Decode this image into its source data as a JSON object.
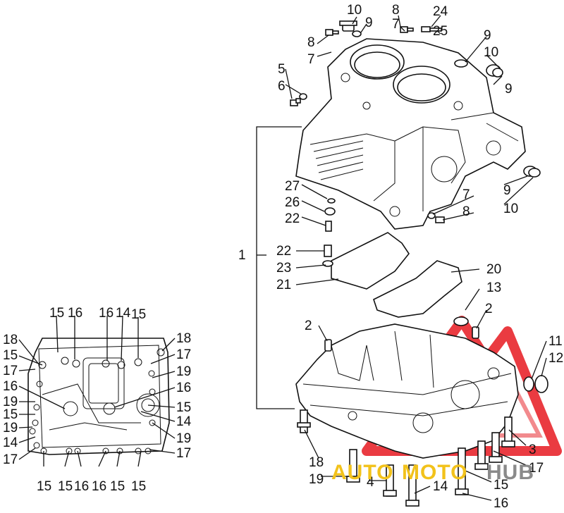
{
  "watermark": {
    "part1": "AUTO",
    "part2": "MOTO",
    "part3": "HUB",
    "colors": {
      "red": "#e8262d",
      "yellow": "#f2c21b",
      "gray": "#8a8a8a"
    }
  },
  "icons": [
    "crankcase-block",
    "lower-crankcase",
    "bolt",
    "washer",
    "plug",
    "dowel-pin",
    "seal"
  ],
  "callouts": {
    "c10a": "10",
    "c9a": "9",
    "c8a": "8",
    "c7a": "7",
    "c24": "24",
    "c25": "25",
    "c8b": "8",
    "c7b": "7",
    "c9b": "9",
    "c10b": "10",
    "c9c": "9",
    "c5": "5",
    "c6": "6",
    "c1": "1",
    "c27": "27",
    "c26": "26",
    "c22a": "22",
    "c7c": "7",
    "c8c": "8",
    "c9d": "9",
    "c10c": "10",
    "c22b": "22",
    "c23": "23",
    "c21": "21",
    "c20": "20",
    "c13": "13",
    "c2a": "2",
    "c2b": "2",
    "c11": "11",
    "c12": "12",
    "c3": "3",
    "c17a": "17",
    "c18a": "18",
    "c19a": "19",
    "c4": "4",
    "c14a": "14",
    "c15a": "15",
    "c16a": "16",
    "l15a": "15",
    "l16a": "16",
    "l16b": "16",
    "l14a": "14",
    "l15b": "15",
    "l18a": "18",
    "l15c": "15",
    "l17a": "17",
    "l16c": "16",
    "l19a": "19",
    "l15d": "15",
    "l19b": "19",
    "l14b": "14",
    "l17b": "17",
    "l18b": "18",
    "l17c": "17",
    "l19c": "19",
    "l16d": "16",
    "l15e": "15",
    "l14c": "14",
    "l19d": "19",
    "l17d": "17",
    "l15f": "15",
    "l15g": "15",
    "l16e": "16",
    "l16f": "16",
    "l15h": "15",
    "l15i": "15"
  }
}
